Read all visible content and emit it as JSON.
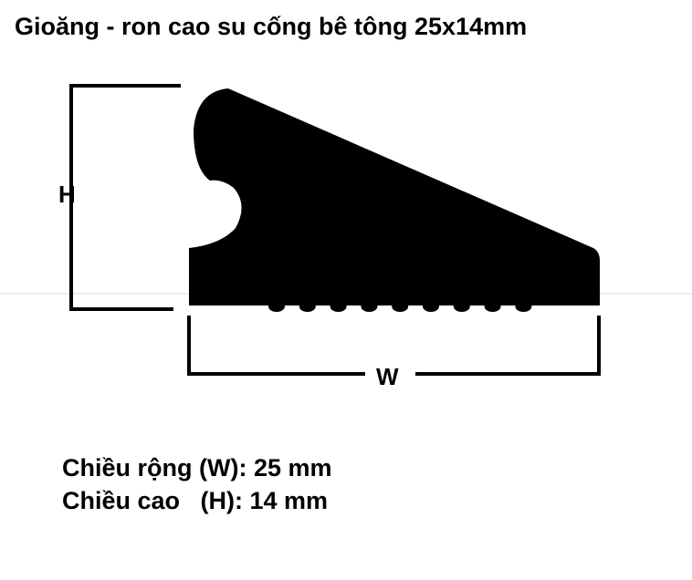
{
  "title": "Gioăng - ron cao su cống bê tông 25x14mm",
  "labels": {
    "h": "H",
    "w": "W"
  },
  "specs": [
    {
      "text": "Chiều rộng (W): 25 mm"
    },
    {
      "text": "Chiều cao   (H): 14 mm"
    }
  ],
  "colors": {
    "profile": "#000000",
    "background": "#ffffff"
  }
}
